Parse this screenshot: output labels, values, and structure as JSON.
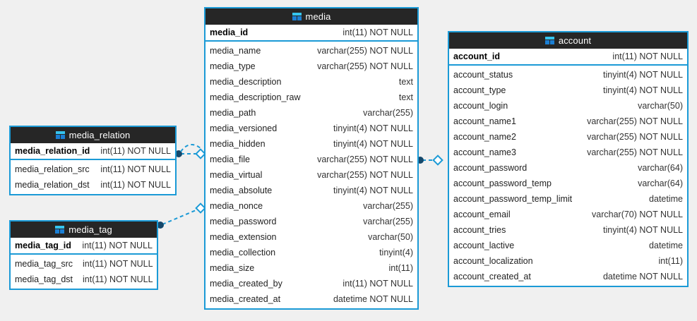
{
  "diagram": {
    "type": "entity-relationship-diagram",
    "background_color": "#f0f0f0",
    "accent_color": "#1b9ad6",
    "header_color": "#262626",
    "icon_name": "table-icon"
  },
  "entities": {
    "media": {
      "name": "media",
      "primary_key": {
        "field": "media_id",
        "type": "int(11) NOT NULL"
      },
      "fields": [
        {
          "field": "media_name",
          "type": "varchar(255) NOT NULL"
        },
        {
          "field": "media_type",
          "type": "varchar(255) NOT NULL"
        },
        {
          "field": "media_description",
          "type": "text"
        },
        {
          "field": "media_description_raw",
          "type": "text"
        },
        {
          "field": "media_path",
          "type": "varchar(255)"
        },
        {
          "field": "media_versioned",
          "type": "tinyint(4) NOT NULL"
        },
        {
          "field": "media_hidden",
          "type": "tinyint(4) NOT NULL"
        },
        {
          "field": "media_file",
          "type": "varchar(255) NOT NULL"
        },
        {
          "field": "media_virtual",
          "type": "varchar(255) NOT NULL"
        },
        {
          "field": "media_absolute",
          "type": "tinyint(4) NOT NULL"
        },
        {
          "field": "media_nonce",
          "type": "varchar(255)"
        },
        {
          "field": "media_password",
          "type": "varchar(255)"
        },
        {
          "field": "media_extension",
          "type": "varchar(50)"
        },
        {
          "field": "media_collection",
          "type": "tinyint(4)"
        },
        {
          "field": "media_size",
          "type": "int(11)"
        },
        {
          "field": "media_created_by",
          "type": "int(11) NOT NULL"
        },
        {
          "field": "media_created_at",
          "type": "datetime NOT NULL"
        }
      ]
    },
    "account": {
      "name": "account",
      "primary_key": {
        "field": "account_id",
        "type": "int(11) NOT NULL"
      },
      "fields": [
        {
          "field": "account_status",
          "type": "tinyint(4) NOT NULL"
        },
        {
          "field": "account_type",
          "type": "tinyint(4) NOT NULL"
        },
        {
          "field": "account_login",
          "type": "varchar(50)"
        },
        {
          "field": "account_name1",
          "type": "varchar(255) NOT NULL"
        },
        {
          "field": "account_name2",
          "type": "varchar(255) NOT NULL"
        },
        {
          "field": "account_name3",
          "type": "varchar(255) NOT NULL"
        },
        {
          "field": "account_password",
          "type": "varchar(64)"
        },
        {
          "field": "account_password_temp",
          "type": "varchar(64)"
        },
        {
          "field": "account_password_temp_limit",
          "type": "datetime"
        },
        {
          "field": "account_email",
          "type": "varchar(70) NOT NULL"
        },
        {
          "field": "account_tries",
          "type": "tinyint(4) NOT NULL"
        },
        {
          "field": "account_lactive",
          "type": "datetime"
        },
        {
          "field": "account_localization",
          "type": "int(11)"
        },
        {
          "field": "account_created_at",
          "type": "datetime NOT NULL"
        }
      ]
    },
    "media_relation": {
      "name": "media_relation",
      "primary_key": {
        "field": "media_relation_id",
        "type": "int(11) NOT NULL"
      },
      "fields": [
        {
          "field": "media_relation_src",
          "type": "int(11) NOT NULL"
        },
        {
          "field": "media_relation_dst",
          "type": "int(11) NOT NULL"
        }
      ]
    },
    "media_tag": {
      "name": "media_tag",
      "primary_key": {
        "field": "media_tag_id",
        "type": "int(11) NOT NULL"
      },
      "fields": [
        {
          "field": "media_tag_src",
          "type": "int(11) NOT NULL"
        },
        {
          "field": "media_tag_dst",
          "type": "int(11) NOT NULL"
        }
      ]
    }
  },
  "relationships": [
    {
      "from": "media_relation",
      "to": "media",
      "from_marker": "dot",
      "to_marker": "diamond",
      "style": "dashed"
    },
    {
      "from": "media_relation",
      "to": "media",
      "from_marker": "dot",
      "to_marker": "diamond",
      "style": "dashed"
    },
    {
      "from": "media_tag",
      "to": "media",
      "from_marker": "dot",
      "to_marker": "diamond",
      "style": "dashed"
    },
    {
      "from": "media",
      "to": "account",
      "from_marker": "dot",
      "to_marker": "diamond",
      "style": "dashed"
    }
  ]
}
